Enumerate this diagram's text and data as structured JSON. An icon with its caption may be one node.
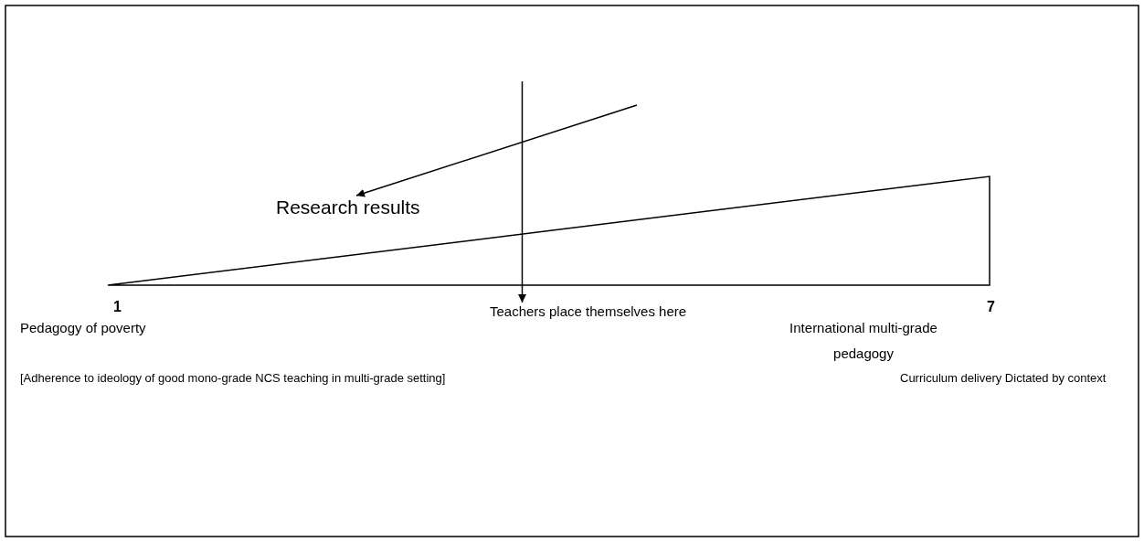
{
  "diagram": {
    "nodes": [
      {
        "text": [
          "Research results"
        ]
      },
      {
        "text": [
          "Teachers place themselves here"
        ]
      }
    ],
    "edges": [
      {
        "from": null,
        "to": 0,
        "arrow": "to"
      },
      {
        "from": null,
        "to": 1,
        "arrow": "to"
      }
    ],
    "labels": [
      "1",
      "7",
      "Pedagogy of poverty",
      "International multi-grade pedagogy",
      "[Adherence to ideology of good mono-grade NCS teaching in multi-grade setting]",
      "Curriculum delivery Dictated by context"
    ]
  }
}
